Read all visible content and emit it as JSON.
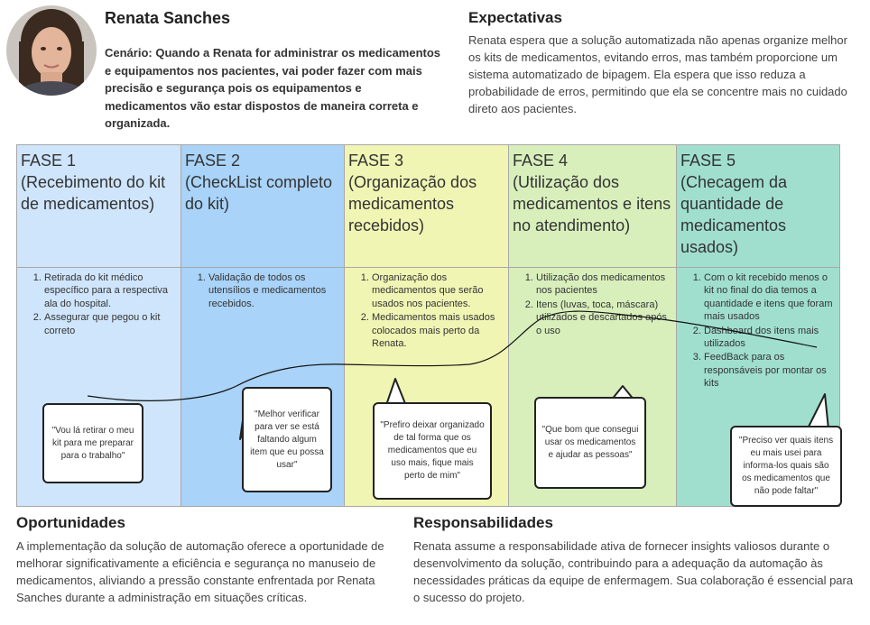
{
  "persona": {
    "name": "Renata Sanches",
    "scenario": "Cenário: Quando a Renata for administrar os medicamentos e equipamentos nos pacientes, vai poder fazer com mais precisão e segurança pois os equipamentos e medicamentos vão estar dispostos de maneira correta e organizada."
  },
  "expectations": {
    "title": "Expectativas",
    "text": "Renata espera que a solução automatizada não apenas organize melhor os kits de medicamentos, evitando erros, mas também proporcione um sistema automatizado de bipagem. Ela espera que isso reduza a probabilidade de erros, permitindo que ela se concentre mais no cuidado direto aos pacientes."
  },
  "phases": [
    {
      "title": "FASE 1\n(Recebimento do kit de medicamentos)",
      "color": "#cfe5fc",
      "items": [
        "Retirada do kit médico específico para a respectiva ala do hospital.",
        "Assegurar que pegou o kit correto"
      ],
      "quote": "\"Vou lá retirar o meu kit para me preparar para o trabalho\""
    },
    {
      "title": "FASE 2\n(CheckList completo do kit)",
      "color": "#a9d3f8",
      "items": [
        "Validação de todos os utensílios e medicamentos recebidos."
      ],
      "quote": "\"Melhor verificar para ver se está faltando algum item que eu possa usar\""
    },
    {
      "title": "FASE 3\n(Organização dos medicamentos recebidos)",
      "color": "#f1f5b4",
      "items": [
        "Organização dos medicamentos que serão usados nos pacientes.",
        "Medicamentos mais usados colocados mais perto da Renata."
      ],
      "quote": "\"Prefiro deixar organizado de tal forma que os medicamentos que eu uso mais, fique mais perto de mim\""
    },
    {
      "title": "FASE 4\n(Utilização dos medicamentos e itens no atendimento)",
      "color": "#d8efbc",
      "items": [
        "Utilização dos medicamentos nos pacientes",
        "Itens (luvas, toca, máscara) utilizados e descartados após o uso"
      ],
      "quote": "\"Que bom que consegui usar os medicamentos e ajudar as pessoas\""
    },
    {
      "title": "FASE 5\n(Checagem da quantidade de medicamentos usados)",
      "color": "#a0dfce",
      "items": [
        "Com o kit recebido menos o kit no final do dia temos a quantidade e itens que foram mais usados",
        "Dashboard dos itens mais utilizados",
        "FeedBack para os responsáveis por montar os kits"
      ],
      "quote": "\"Preciso ver quais itens eu mais usei para informa-los quais são os medicamentos que não pode faltar\""
    }
  ],
  "opportunities": {
    "title": "Oportunidades",
    "text": "A implementação da solução de automação oferece a oportunidade de melhorar significativamente a eficiência e segurança no manuseio de medicamentos, aliviando a pressão constante enfrentada por Renata Sanches durante a administração em situações críticas."
  },
  "responsibilities": {
    "title": "Responsabilidades",
    "text": "Renata assume a responsabilidade ativa de fornecer insights valiosos durante o desenvolvimento da solução, contribuindo para a adequação da automação às necessidades práticas da equipe de enfermagem. Sua colaboração é essencial para o sucesso do projeto."
  }
}
